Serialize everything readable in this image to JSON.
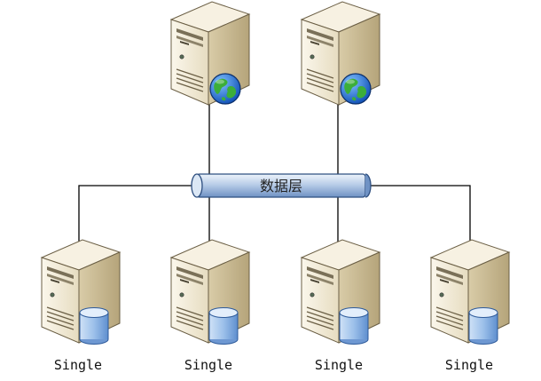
{
  "bus": {
    "label": "数据层"
  },
  "web_servers": [
    {
      "icon": "web-server-icon",
      "badge": "globe-icon"
    },
    {
      "icon": "web-server-icon",
      "badge": "globe-icon"
    }
  ],
  "nodes": [
    {
      "label": "Single",
      "icon": "database-server-icon"
    },
    {
      "label": "Single",
      "icon": "database-server-icon"
    },
    {
      "label": "Single",
      "icon": "database-server-icon"
    },
    {
      "label": "Single",
      "icon": "database-server-icon"
    }
  ],
  "colors": {
    "line": "#000000",
    "server_front": "#f3ecd8",
    "server_side": "#c9ba93",
    "bus_body": "#8eaed6",
    "database": "#7ea8dd",
    "globe_ocean": "#1d6fd8",
    "globe_land": "#3cae3a"
  }
}
